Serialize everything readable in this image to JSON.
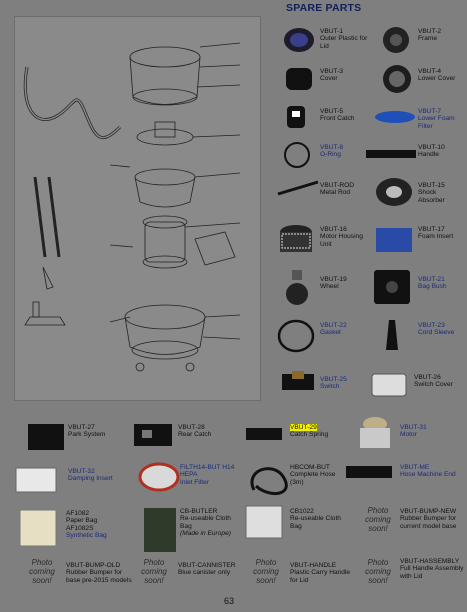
{
  "section_title": "SPARE PARTS",
  "page_number": "63",
  "coming_soon": "Photo coming soon!",
  "parts": [
    {
      "code": "VBUT-1",
      "desc": "Outer Plastic for Lid",
      "blue": false
    },
    {
      "code": "VBUT-2",
      "desc": "Frame",
      "blue": false
    },
    {
      "code": "VBUT-3",
      "desc": "Cover",
      "blue": false
    },
    {
      "code": "VBUT-4",
      "desc": "Lower Cover",
      "blue": false
    },
    {
      "code": "VBUT-5",
      "desc": "Front Catch",
      "blue": false
    },
    {
      "code": "VBUT-7",
      "desc": "Lower Foam Filter",
      "blue": true
    },
    {
      "code": "VBUT-8",
      "desc": "O-Ring",
      "blue": true
    },
    {
      "code": "VBUT-10",
      "desc": "Handle",
      "blue": false
    },
    {
      "code": "VBUT-ROD",
      "desc": "Metal Rod",
      "blue": false
    },
    {
      "code": "VBUT-15",
      "desc": "Shock Absorber",
      "blue": false
    },
    {
      "code": "VBUT-16",
      "desc": "Motor Housing Unit",
      "blue": false
    },
    {
      "code": "VBUT-17",
      "desc": "Foam Insert",
      "blue": false
    },
    {
      "code": "VBUT-19",
      "desc": "Wheel",
      "blue": false
    },
    {
      "code": "VBUT-21",
      "desc": "Bag Bush",
      "blue": true
    },
    {
      "code": "VBUT-22",
      "desc": "Gasket",
      "blue": true
    },
    {
      "code": "VBUT-23",
      "desc": "Cord Sleeve",
      "blue": true
    },
    {
      "code": "VBUT-25",
      "desc": "Switch",
      "blue": true
    },
    {
      "code": "VBUT-26",
      "desc": "Switch Cover",
      "blue": false
    },
    {
      "code": "VBUT-27",
      "desc": "Park System",
      "blue": false
    },
    {
      "code": "VBUT-28",
      "desc": "Rear Catch",
      "blue": false
    },
    {
      "code": "VBUT-29",
      "desc": "Catch Spring",
      "blue": false
    },
    {
      "code": "VBUT-31",
      "desc": "Motor",
      "blue": true
    },
    {
      "code": "VBUT-32",
      "desc": "Damping Insert",
      "blue": true
    },
    {
      "code": "FILTH14-BUT H14 HEPA",
      "desc": "Inlet Filter",
      "blue": true
    },
    {
      "code": "HBCOM-BUT",
      "desc": "Complete Hose (3m)",
      "blue": false
    },
    {
      "code": "VBUT-ME",
      "desc": "Hose Machine End",
      "blue": true
    },
    {
      "code": "AF1082",
      "desc": "Paper Bag",
      "blue": false
    },
    {
      "code": "AF1082S",
      "desc": "Synthetic Bag",
      "blue": true
    },
    {
      "code": "CB-BUTLER",
      "desc": "Re-useable Cloth Bag",
      "note": "(Made in Europe)",
      "blue": false
    },
    {
      "code": "CB1022",
      "desc": "Re-useable Cloth Bag",
      "blue": false
    },
    {
      "code": "VBUT-BUMP-NEW",
      "desc": "Rubber Bumper for current model base",
      "blue": false
    },
    {
      "code": "VBUT-BUMP-OLD",
      "desc": "Rubber Bumper for base pre-2015 models",
      "blue": false
    },
    {
      "code": "VBUT-CANNISTER",
      "desc": "Blue canister only",
      "blue": false
    },
    {
      "code": "VBUT-HANDLE",
      "desc": "Plastic Carry Handle for Lid",
      "blue": false
    },
    {
      "code": "VBUT-HASSEMBLY",
      "desc": "Full Handle Assembly with Lid",
      "blue": false
    }
  ]
}
